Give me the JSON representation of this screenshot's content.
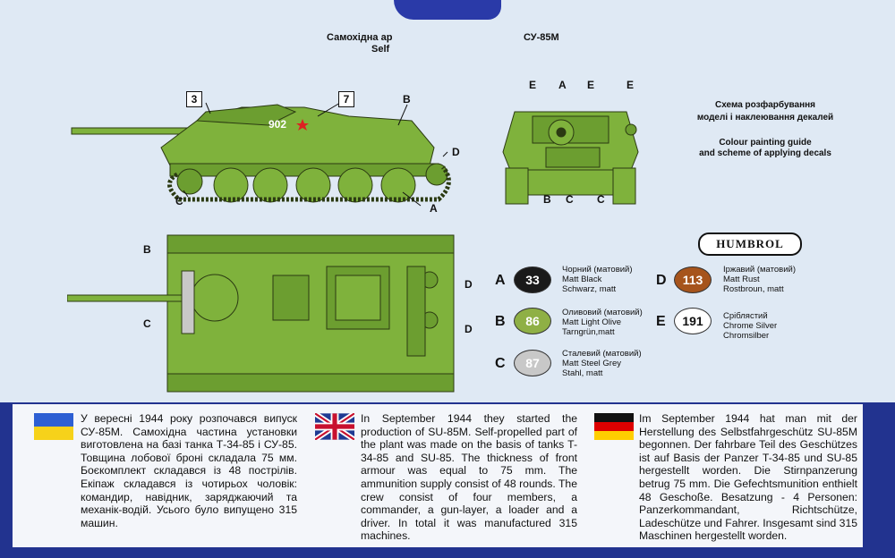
{
  "header": {
    "title_ua": "Самохідна ар",
    "title_model": "СУ-85М",
    "title_en": "Self"
  },
  "callouts": {
    "side": {
      "box3": "3",
      "box7": "7",
      "B": "B",
      "D": "D",
      "A": "A",
      "C": "C",
      "hull_number": "902"
    },
    "front": {
      "E1": "E",
      "A": "A",
      "E2": "E",
      "E3": "E",
      "B": "B",
      "C1": "C",
      "C2": "C"
    },
    "top": {
      "B": "B",
      "C": "C",
      "D1": "D",
      "D2": "D"
    }
  },
  "guide": {
    "ua_line1": "Схема розфарбування",
    "ua_line2": "моделі і наклеювання декалей",
    "en_line1": "Colour painting guide",
    "en_line2": "and scheme of applying decals"
  },
  "brand": "HUMBROL",
  "paints": [
    {
      "letter": "A",
      "code": "33",
      "color": "#1a1a1a",
      "text_color": "#ffffff",
      "ua": "Чорний (матовий)",
      "en": "Matt Black",
      "de": "Schwarz, matt"
    },
    {
      "letter": "B",
      "code": "86",
      "color": "#8fb045",
      "text_color": "#ffffff",
      "ua": "Оливовий (матовий)",
      "en": "Matt Light Olive",
      "de": "Tarngrün,matt"
    },
    {
      "letter": "C",
      "code": "87",
      "color": "#c8c8c8",
      "text_color": "#ffffff",
      "ua": "Сталевий (матовий)",
      "en": "Matt Steel Grey",
      "de": "Stahl, matt"
    },
    {
      "letter": "D",
      "code": "113",
      "color": "#a6541c",
      "text_color": "#ffffff",
      "ua": "Іржавий (матовий)",
      "en": "Matt Rust",
      "de": "Rostbroun, matt"
    },
    {
      "letter": "E",
      "code": "191",
      "color": "#ffffff",
      "text_color": "#111111",
      "ua": "Сріблястий",
      "en": "Chrome Silver",
      "de": "Chromsilber"
    }
  ],
  "text_ua": "У вересні 1944 року розпочався випуск СУ-85М. Самохідна частина установки виготовлена на базі танка Т-34-85 і СУ-85. Товщина лобової броні складала 75 мм. Боєкомплект складався із 48 пострілів. Екіпаж складався із чотирьох чоловік: командир, навідник, заряджаючий та механік-водій. Усього було випущено 315 машин.",
  "text_en": "In September 1944 they started the production of SU-85M. Self-propelled part of the plant was made on the basis of tanks T-34-85 and SU-85. The thickness of front armour was equal to 75 mm. The ammunition supply consist of 48 rounds. The crew consist of four members, a commander, a gun-layer, a loader and a driver. In total it was manufactured 315 machines.",
  "text_de": "Im September 1944 hat man mit der Herstellung des Selbstfahrgeschütz SU-85M begonnen. Der fahrbare Teil des Geschützes ist auf Basis der Panzer T-34-85 und SU-85 hergestellt worden. Die Stirnpanzerung betrug 75 mm. Die Gefechtsmunition enthielt 48 Geschoße. Besatzung - 4 Personen: Panzerkommandant, Richtschütze, Ladeschütze und Fahrer. Insgesamt sind 315 Maschinen hergestellt worden.",
  "colors": {
    "olive": "#7fb23c",
    "olive_dark": "#4f7a22",
    "border_blue": "#22338f"
  }
}
